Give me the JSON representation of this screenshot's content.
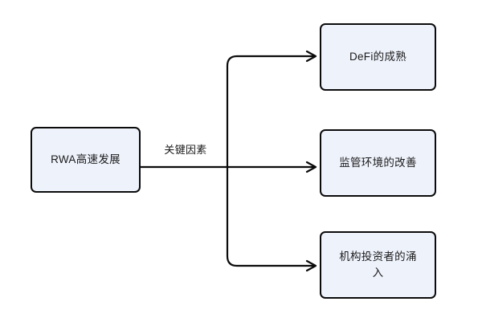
{
  "diagram": {
    "type": "flowchart",
    "direction": "left-to-right",
    "background_color": "#ffffff",
    "node_fill_color": "#eef2fb",
    "node_border_color": "#0b0b0b",
    "edge_color": "#0b0b0b",
    "source_node": {
      "id": "rwa-growth",
      "label": "RWA高速发展"
    },
    "edge_label": "关键因素",
    "target_nodes": [
      {
        "id": "defi-maturity",
        "label": "DeFi的成熟"
      },
      {
        "id": "regulatory-improvement",
        "label": "监管环境的改善"
      },
      {
        "id": "institutional-inflow",
        "label": "机构投资者的涌入"
      }
    ]
  }
}
